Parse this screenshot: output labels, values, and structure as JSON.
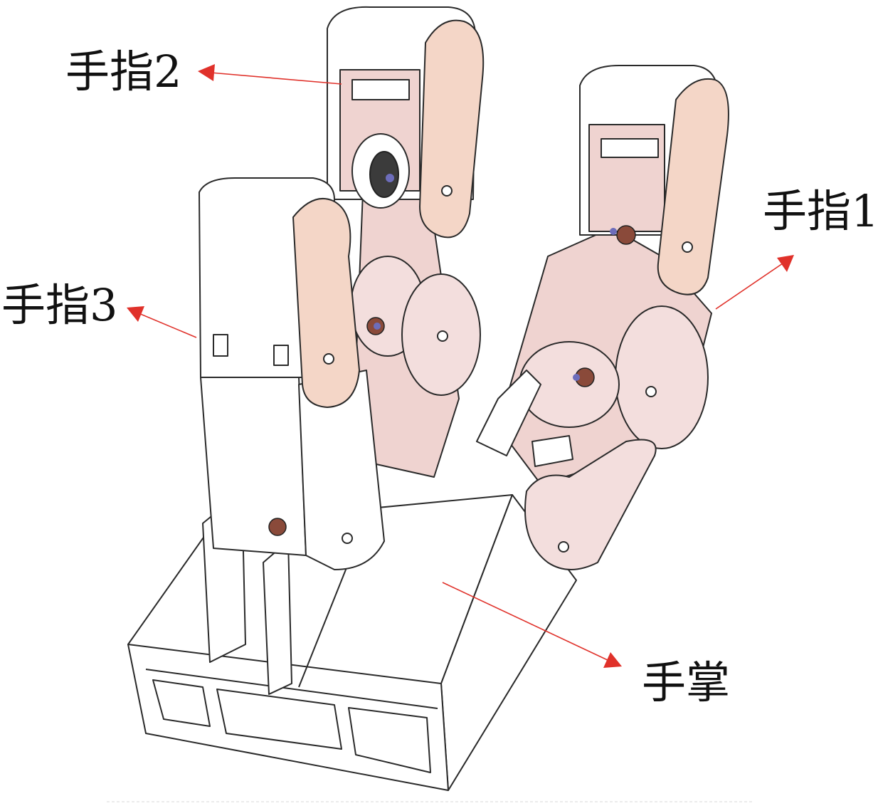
{
  "labels": {
    "finger1": "手指1",
    "finger2": "手指2",
    "finger3": "手指3",
    "palm": "手掌"
  },
  "colors": {
    "arrow": "#e0312a",
    "link_fill": "#f3dedd",
    "fingertip_fill": "#f4d6c7",
    "body_fill": "#ffffff",
    "outline": "#2a2a2a"
  }
}
